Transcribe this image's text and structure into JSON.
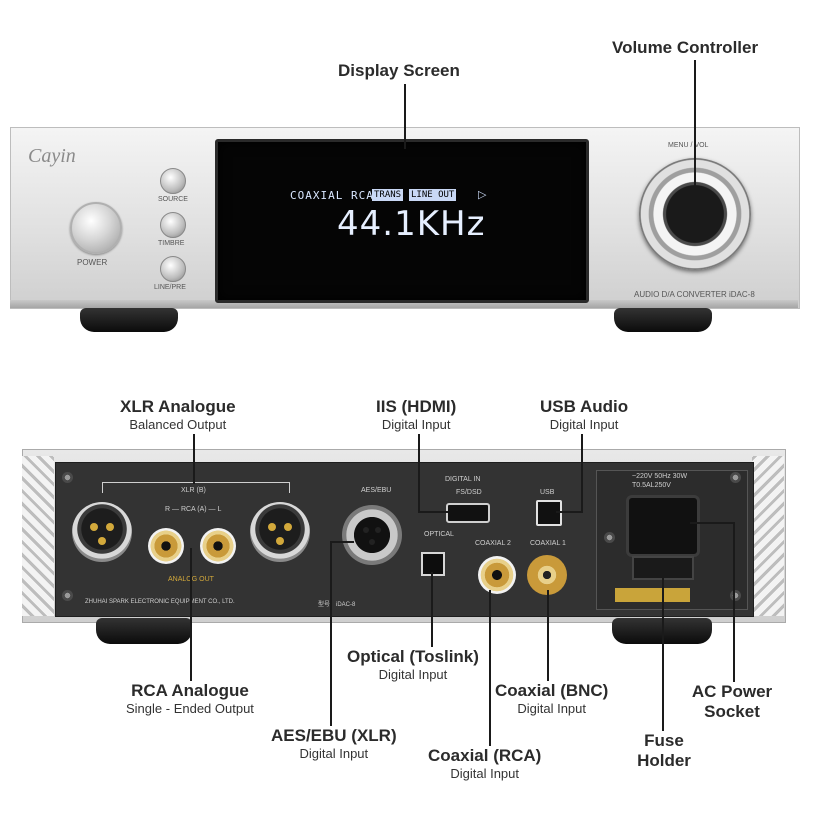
{
  "front": {
    "brand": "Cayin",
    "buttons": {
      "power": "POWER",
      "source": "SOURCE",
      "timbre": "TIMBRE",
      "line_pre": "LINE/PRE"
    },
    "menu_vol": "MENU / VOL",
    "model_label": "AUDIO D/A CONVERTER  iDAC-8",
    "display": {
      "input_text": "COAXIAL RCA",
      "badge_trans": "TRANS",
      "badge_line": "LINE OUT",
      "frequency": "44.1KHz"
    }
  },
  "back": {
    "labels": {
      "xlr_b": "XLR (B)",
      "rca_a": "R — RCA (A) — L",
      "analog_out": "ANALOG OUT",
      "aes_ebu": "AES/EBU",
      "digital_in": "DIGITAL IN",
      "fs_dsd": "FS/DSD",
      "usb": "USB",
      "optical": "OPTICAL",
      "coaxial2": "COAXIAL 2",
      "coaxial1": "COAXIAL 1",
      "power_spec": "~220V 50Hz 30W\nT0.5AL250V",
      "maker": "ZHUHAI SPARK ELECTRONIC EQUIPMENT CO., LTD.",
      "model_field": "型号：iDAC-8"
    }
  },
  "callouts": {
    "display_screen": "Display Screen",
    "volume_controller": "Volume Controller",
    "xlr_analogue": {
      "title": "XLR Analogue",
      "sub": "Balanced Output"
    },
    "iis_hdmi": {
      "title": "IIS (HDMI)",
      "sub": "Digital Input"
    },
    "usb_audio": {
      "title": "USB Audio",
      "sub": "Digital Input"
    },
    "rca_analogue": {
      "title": "RCA Analogue",
      "sub": "Single - Ended Output"
    },
    "optical": {
      "title": "Optical (Toslink)",
      "sub": "Digital Input"
    },
    "coaxial_bnc": {
      "title": "Coaxial (BNC)",
      "sub": "Digital Input"
    },
    "ac_power": {
      "title": "AC Power Socket"
    },
    "aes_ebu": {
      "title": "AES/EBU (XLR)",
      "sub": "Digital Input"
    },
    "fuse_holder": {
      "title": "Fuse Holder"
    },
    "coaxial_rca": {
      "title": "Coaxial (RCA)",
      "sub": "Digital Input"
    }
  }
}
